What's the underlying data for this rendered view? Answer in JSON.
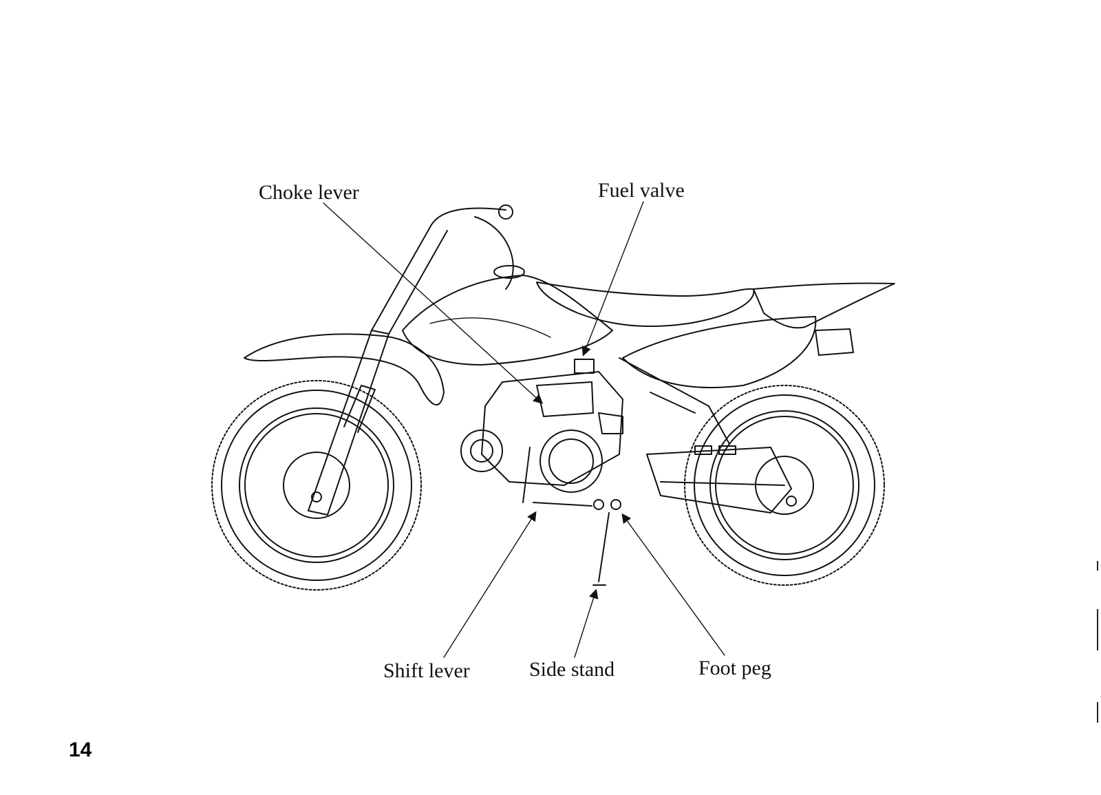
{
  "callouts": {
    "choke_lever": "Choke lever",
    "fuel_valve": "Fuel valve",
    "shift_lever": "Shift lever",
    "side_stand": "Side stand",
    "foot_peg": "Foot peg"
  },
  "page_number": "14",
  "colors": {
    "ink": "#111111",
    "background": "#ffffff"
  }
}
